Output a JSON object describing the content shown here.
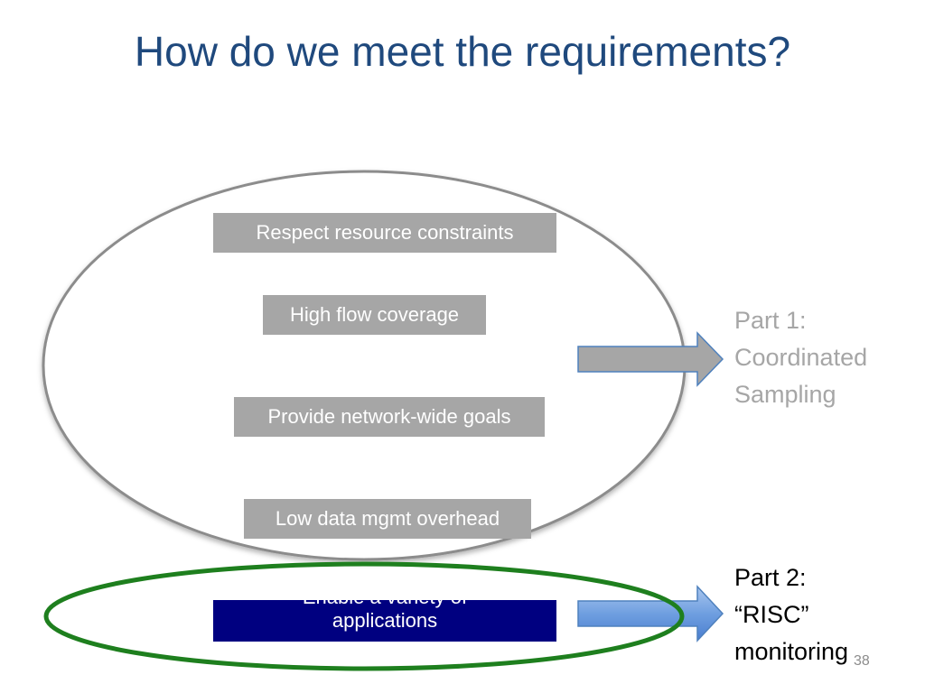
{
  "slide": {
    "title": "How do we meet the requirements?",
    "slide_number": "38"
  },
  "requirements": {
    "respect": "Respect resource constraints",
    "coverage": "High flow coverage",
    "network": "Provide network-wide goals",
    "overhead": "Low data mgmt overhead",
    "apps_line1": "Enable a variety of",
    "apps_line2": "applications"
  },
  "parts": {
    "part1": {
      "line1": "Part 1:",
      "line2": "Coordinated",
      "line3": "Sampling"
    },
    "part2": {
      "line1": "Part 2:",
      "line2": "“RISC”",
      "line3": "monitoring"
    }
  },
  "colors": {
    "title": "#1f497d",
    "gray_box": "#a6a6a6",
    "navy_box": "#000080",
    "green_ellipse": "#1e7f1e",
    "blue_arrow": "#4f81bd"
  }
}
